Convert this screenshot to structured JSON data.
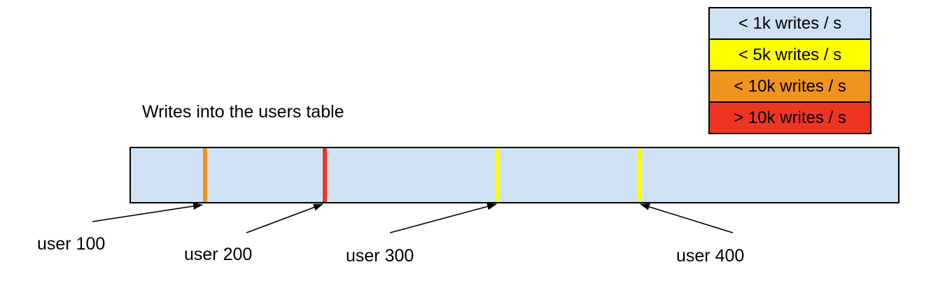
{
  "title": "Writes into the users table",
  "legend": {
    "items": [
      {
        "label": "< 1k writes / s",
        "color": "#cfe2f3"
      },
      {
        "label": "< 5k writes / s",
        "color": "#ffff00"
      },
      {
        "label": "< 10k writes / s",
        "color": "#f0941e"
      },
      {
        "label": "> 10k writes / s",
        "color": "#ee3524"
      }
    ]
  },
  "table_bar": {
    "fill": "#cfe2f3",
    "markers": [
      {
        "user": "user 100",
        "rate_band": "< 10k writes / s",
        "color": "#f0941e",
        "position_pct": 9.7
      },
      {
        "user": "user 200",
        "rate_band": "> 10k writes / s",
        "color": "#ee3524",
        "position_pct": 25.3
      },
      {
        "user": "user 300",
        "rate_band": "< 5k writes / s",
        "color": "#ffff00",
        "position_pct": 47.7
      },
      {
        "user": "user 400",
        "rate_band": "< 5k writes / s",
        "color": "#ffff00",
        "position_pct": 66.2
      }
    ]
  }
}
